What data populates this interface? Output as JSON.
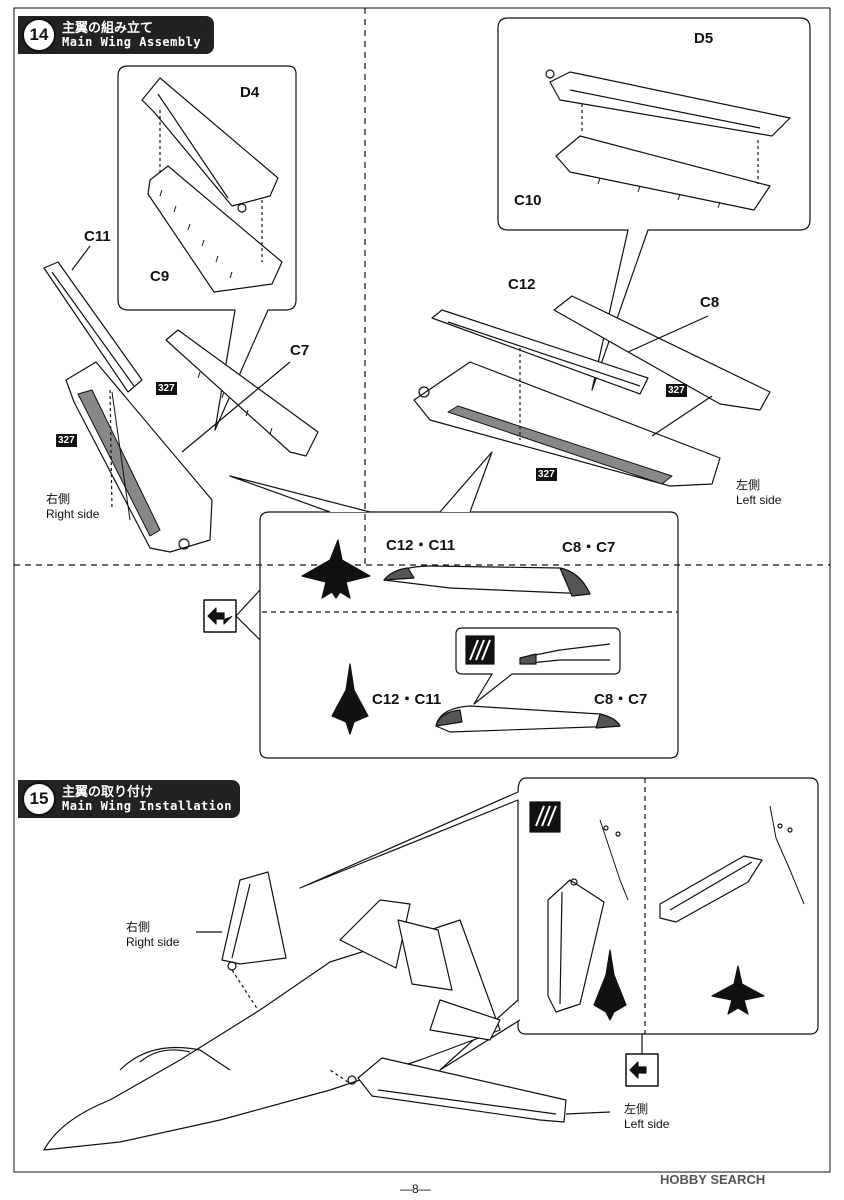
{
  "step14": {
    "number": "14",
    "title_jp": "主翼の組み立て",
    "title_en": "Main Wing Assembly"
  },
  "step15": {
    "number": "15",
    "title_jp": "主翼の取り付け",
    "title_en": "Main Wing Installation"
  },
  "parts": {
    "d4": "D4",
    "c9": "C9",
    "c11": "C11",
    "c7": "C7",
    "d5": "D5",
    "c10": "C10",
    "c12": "C12",
    "c8": "C8",
    "pair_a": "C12・C11",
    "pair_b": "C8・C7",
    "pair_c": "C12・C11",
    "pair_d": "C8・C7"
  },
  "paint_code": "327",
  "sides": {
    "right_jp": "右側",
    "right_en": "Right side",
    "left_jp": "左側",
    "left_en": "Left side"
  },
  "page_number": "—8—",
  "watermark": "HOBBY SEARCH"
}
